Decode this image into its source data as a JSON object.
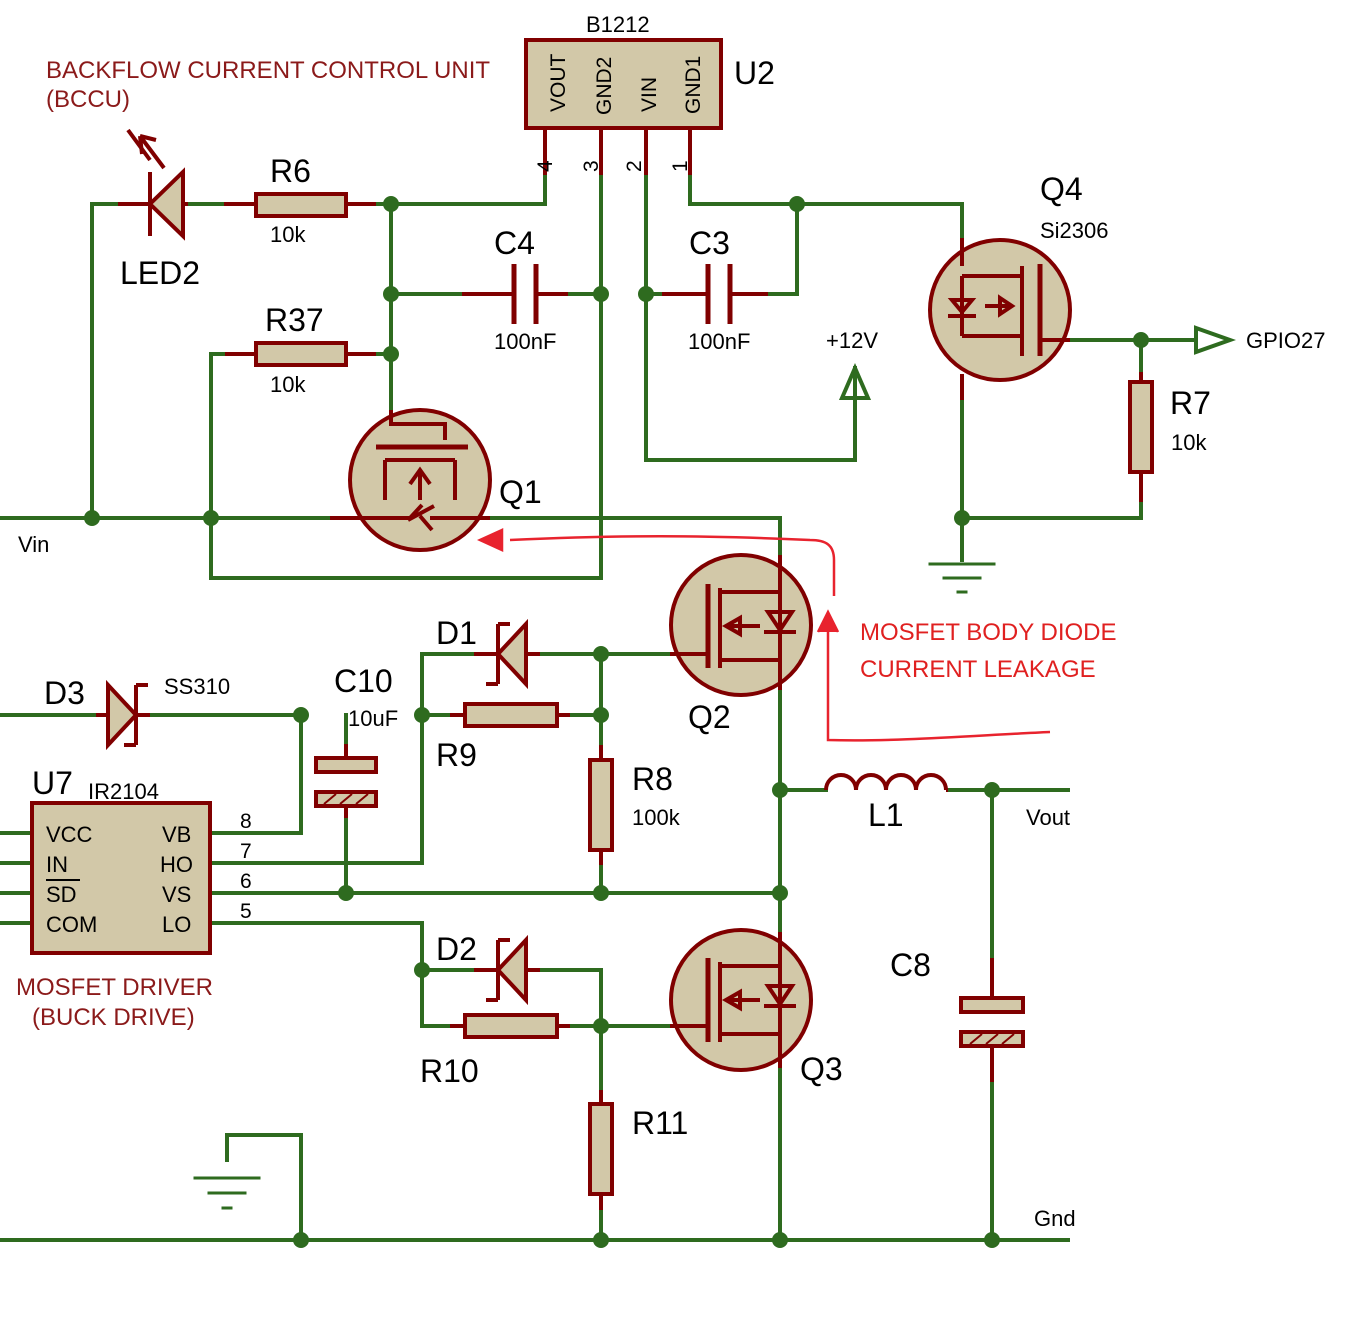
{
  "title_bccu": [
    "BACKFLOW CURRENT CONTROL UNIT",
    "(BCCU)"
  ],
  "title_driver": [
    "MOSFET DRIVER",
    "(BUCK DRIVE)"
  ],
  "annotation": [
    "MOSFET BODY DIODE",
    "CURRENT LEAKAGE"
  ],
  "u2": {
    "ref": "U2",
    "part": "B1212",
    "pins": [
      "VOUT",
      "GND2",
      "VIN",
      "GND1"
    ],
    "pin_numbers": [
      "4",
      "3",
      "2",
      "1"
    ]
  },
  "u7": {
    "ref": "U7",
    "part": "IR2104",
    "left_pins": [
      "VCC",
      "IN",
      "SD",
      "COM"
    ],
    "right_pins": [
      "VB",
      "HO",
      "VS",
      "LO"
    ],
    "pin_numbers": [
      "8",
      "7",
      "6",
      "5"
    ]
  },
  "components": {
    "r6": {
      "ref": "R6",
      "value": "10k"
    },
    "r37": {
      "ref": "R37",
      "value": "10k"
    },
    "r7": {
      "ref": "R7",
      "value": "10k"
    },
    "r8": {
      "ref": "R8",
      "value": "100k"
    },
    "r9": {
      "ref": "R9"
    },
    "r10": {
      "ref": "R10"
    },
    "r11": {
      "ref": "R11"
    },
    "c4": {
      "ref": "C4",
      "value": "100nF"
    },
    "c3": {
      "ref": "C3",
      "value": "100nF"
    },
    "c10": {
      "ref": "C10",
      "value": "10uF"
    },
    "c8": {
      "ref": "C8"
    },
    "led2": {
      "ref": "LED2"
    },
    "d1": {
      "ref": "D1"
    },
    "d2": {
      "ref": "D2"
    },
    "d3": {
      "ref": "D3",
      "value": "SS310"
    },
    "l1": {
      "ref": "L1"
    },
    "q1": {
      "ref": "Q1"
    },
    "q2": {
      "ref": "Q2"
    },
    "q3": {
      "ref": "Q3"
    },
    "q4": {
      "ref": "Q4",
      "value": "Si2306"
    }
  },
  "nets": {
    "vin": "Vin",
    "vout": "Vout",
    "gnd": "Gnd",
    "v12": "+12V",
    "gpio": "GPIO27"
  },
  "colors": {
    "wire": "#2e6b1f",
    "component": "#800000",
    "body_fill": "#d2c8a8",
    "annotation": "#e8232e"
  }
}
